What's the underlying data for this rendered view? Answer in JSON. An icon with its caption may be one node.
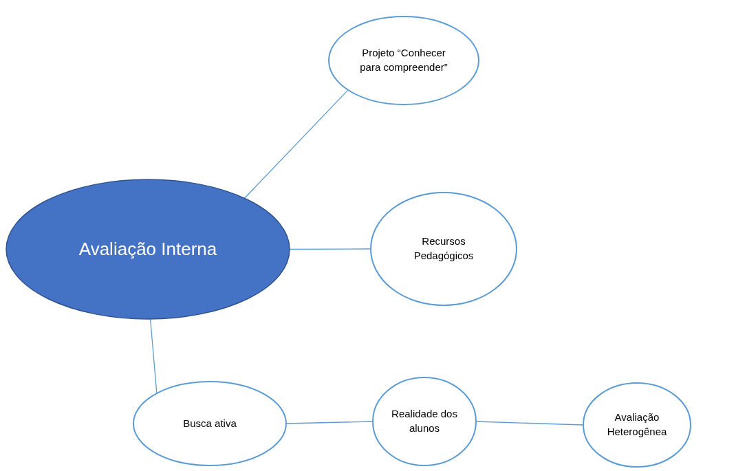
{
  "diagram": {
    "nodes": [
      {
        "text": [
          "Avaliação Interna"
        ]
      },
      {
        "text": [
          "Projeto “Conhecer para compreender”"
        ]
      },
      {
        "text": [
          "Recursos Pedagógicos"
        ]
      },
      {
        "text": [
          "Busca ativa"
        ]
      },
      {
        "text": [
          "Realidade dos alunos"
        ]
      },
      {
        "text": [
          "Avaliação Heterogênea"
        ]
      }
    ],
    "edges": [
      {
        "from": 0,
        "to": 1,
        "arrow": "none"
      },
      {
        "from": 0,
        "to": 2,
        "arrow": "none"
      },
      {
        "from": 0,
        "to": 3,
        "arrow": "none"
      },
      {
        "from": 3,
        "to": 4,
        "arrow": "none"
      },
      {
        "from": 4,
        "to": 5,
        "arrow": "none"
      }
    ]
  }
}
